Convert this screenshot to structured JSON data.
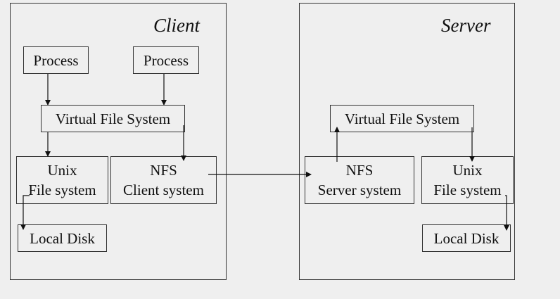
{
  "client": {
    "title": "Client",
    "process_left": "Process",
    "process_right": "Process",
    "vfs": "Virtual File System",
    "unix_fs": {
      "line1": "Unix",
      "line2": "File system"
    },
    "nfs_client": {
      "line1": "NFS",
      "line2": "Client system"
    },
    "local_disk": "Local Disk"
  },
  "server": {
    "title": "Server",
    "vfs": "Virtual File System",
    "nfs_server": {
      "line1": "NFS",
      "line2": "Server system"
    },
    "unix_fs": {
      "line1": "Unix",
      "line2": "File system"
    },
    "local_disk": "Local Disk"
  }
}
